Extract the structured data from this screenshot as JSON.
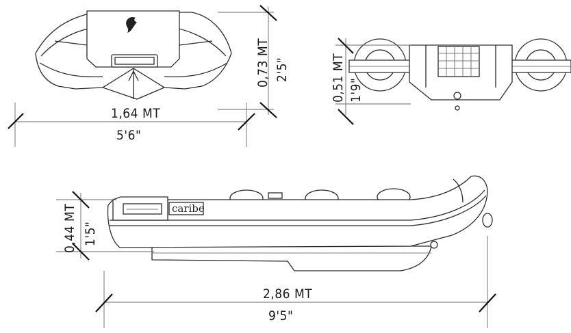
{
  "front_view": {
    "width_metric": "1,64 MT",
    "width_imperial": "5'6\"",
    "height_metric": "0,73 MT",
    "height_imperial": "2'5\""
  },
  "rear_view": {
    "height_metric": "0,51 MT",
    "height_imperial": "1'9\""
  },
  "side_view": {
    "brand_label": "caribe",
    "length_metric": "2,86 MT",
    "length_imperial": "9'5\"",
    "height_metric": "0,44 MT",
    "height_imperial": "1'5\""
  }
}
